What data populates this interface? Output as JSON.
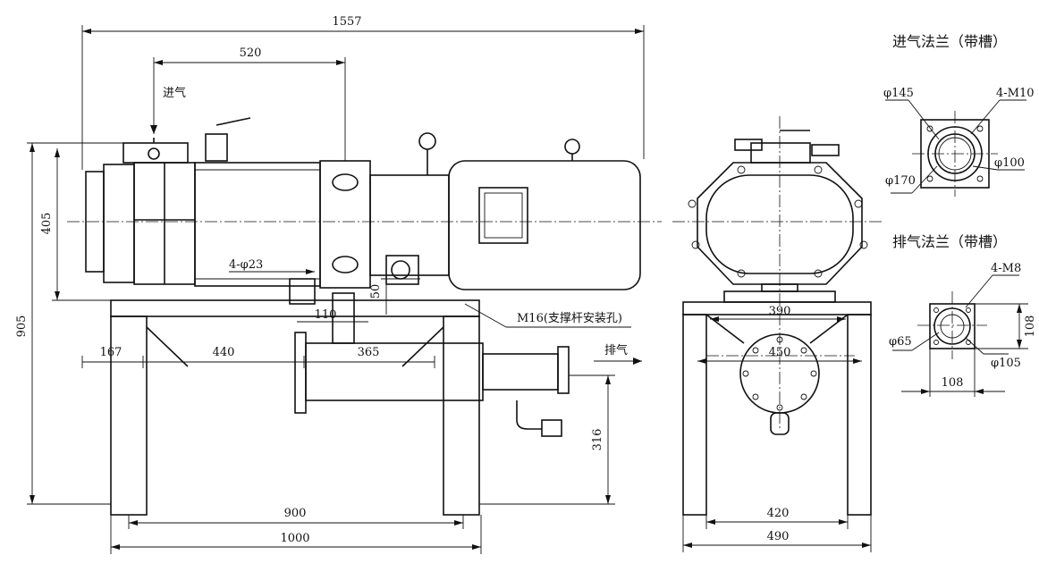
{
  "front_view": {
    "dims": {
      "overall_length": "1557",
      "inlet_offset": "520",
      "total_height": "905",
      "shaft_height": "405",
      "bolt_holes": "4-φ23",
      "d50": "50",
      "d110": "110",
      "d167": "167",
      "d440": "440",
      "d365": "365",
      "d316": "316",
      "d900": "900",
      "d1000": "1000"
    },
    "labels": {
      "inlet": "进气",
      "exhaust": "排气",
      "support_hole": "M16(支撑杆安装孔)"
    }
  },
  "side_view": {
    "dims": {
      "d390": "390",
      "d450": "450",
      "d420": "420",
      "d490": "490"
    }
  },
  "inlet_flange": {
    "title": "进气法兰（带槽）",
    "bolts": "4-M10",
    "d_outer": "φ145",
    "d_bolt_circle": "φ170",
    "d_inner": "φ100"
  },
  "exhaust_flange": {
    "title": "排气法兰（带槽）",
    "bolts": "4-M8",
    "d_outer": "φ65",
    "d_bolt_circle": "φ105",
    "side_h": "108",
    "side_w": "108"
  }
}
